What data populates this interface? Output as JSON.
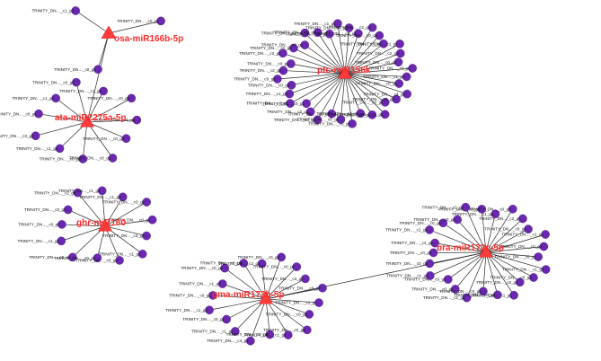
{
  "network": {
    "hub_color": "#ff3b3b",
    "leaf_color": "#6a28b0",
    "edge_color": "#2b2b2b",
    "hubs": [
      {
        "id": "osa",
        "label": "osa-miR166b-5p"
      },
      {
        "id": "ata",
        "label": "ata-miR2275a-5p"
      },
      {
        "id": "ptc",
        "label": "ptc-miR156k"
      },
      {
        "id": "ghr",
        "label": "ghr-miR160"
      },
      {
        "id": "bra",
        "label": "bra-miR172c-5p"
      },
      {
        "id": "gma",
        "label": "gma-miR172h-5p"
      }
    ],
    "leaves": [
      {
        "hub": "osa",
        "label": "TRINITY_DN…_c1_g1"
      },
      {
        "hub": "osa",
        "label": "TRINITY_DN…_c0_g1"
      },
      {
        "hub": "osa",
        "label": "TRINITY_DN…_c0_g1"
      },
      {
        "hub": "ata",
        "label": "TRINITY_DN…_c1_g1"
      },
      {
        "hub": "ata",
        "label": "TRINITY_DN…_c0_g1"
      },
      {
        "hub": "ata",
        "label": "TRINITY_DN…_c1_g1"
      },
      {
        "hub": "ata",
        "label": "TRINITY_DN…_c0_g2"
      },
      {
        "hub": "ata",
        "label": "TRINITY_DN…_c0_g1"
      },
      {
        "hub": "ata",
        "label": "TRINITY_DN…_c0_g1"
      },
      {
        "hub": "ata",
        "label": "TRINITY_DN…_c1_g1"
      },
      {
        "hub": "ata",
        "label": "TRINITY_DN…_c3_g1"
      },
      {
        "hub": "ata",
        "label": "TRINITY_DN…_c0_g1"
      },
      {
        "hub": "ata",
        "label": "TRINITY_DN…_c1_g1"
      },
      {
        "hub": "ata",
        "label": "TRINITY_DN…_c0_g2"
      },
      {
        "hub": "ptc",
        "label": "TRINITY_DN…_c0_g1"
      },
      {
        "hub": "ptc",
        "label": "TRINITY_DN…_c2_g1"
      },
      {
        "hub": "ptc",
        "label": "TRINITY_DN…_c0_g1"
      },
      {
        "hub": "ptc",
        "label": "TRINITY_DN…_c3_g1"
      },
      {
        "hub": "ptc",
        "label": "TRINITY_DN…_c1_g1"
      },
      {
        "hub": "ptc",
        "label": "TRINITY_DN…_c0_g4"
      },
      {
        "hub": "ptc",
        "label": "TRINITY_DN…_c0_g1"
      },
      {
        "hub": "ptc",
        "label": "TRINITY_DN…_c1_g1"
      },
      {
        "hub": "ptc",
        "label": "TRINITY_DN…_c4_g3"
      },
      {
        "hub": "ptc",
        "label": "TRINITY_DN…_c0_g1"
      },
      {
        "hub": "ptc",
        "label": "TRINITY_DN…_c2_g1"
      },
      {
        "hub": "ptc",
        "label": "TRINITY_DN…_c0_g1"
      },
      {
        "hub": "ptc",
        "label": "TRINITY_DN…_c0_g1"
      },
      {
        "hub": "ptc",
        "label": "TRINITY_DN…_c1_g1"
      },
      {
        "hub": "ptc",
        "label": "TRINITY_DN…_c2_g4"
      },
      {
        "hub": "ptc",
        "label": "TRINITY_DN…_c0_g1"
      },
      {
        "hub": "ptc",
        "label": "TRINITY_DN…_c0_g1"
      },
      {
        "hub": "ptc",
        "label": "TRINITY_DN…_c1_g1"
      },
      {
        "hub": "ptc",
        "label": "TRINITY_DN…_c0_g1"
      },
      {
        "hub": "ptc",
        "label": "TRINITY_DN…_c4_g1"
      },
      {
        "hub": "ptc",
        "label": "TRINITY_DN…_c0_g1"
      },
      {
        "hub": "ptc",
        "label": "TRINITY_DN…_c0_g1"
      },
      {
        "hub": "ptc",
        "label": "TRINITY_DN…_c1_g1"
      },
      {
        "hub": "ptc",
        "label": "TRINITY_DN…_c0_g2"
      },
      {
        "hub": "ptc",
        "label": "TRINITY_DN…_c2_g1"
      },
      {
        "hub": "ptc",
        "label": "TRINITY_DN…_c0_g1"
      },
      {
        "hub": "ptc",
        "label": "TRINITY_DN…_c0_g1"
      },
      {
        "hub": "ptc",
        "label": "TRINITY_DN…_c1_g2"
      },
      {
        "hub": "ptc",
        "label": "TRINITY_DN…_c0_g1"
      },
      {
        "hub": "ptc",
        "label": "TRINITY_DN…_c2_g1"
      },
      {
        "hub": "ptc",
        "label": "TRINITY_DN…_c0_g1"
      },
      {
        "hub": "ptc",
        "label": "TRINITY_DN…_c0_g1"
      },
      {
        "hub": "ptc",
        "label": "TRINITY_DN…_c1_g1"
      },
      {
        "hub": "ptc",
        "label": "TRINITY_DN…_c0_g4"
      },
      {
        "hub": "ptc",
        "label": "TRINITY_DN…_c0_g1"
      },
      {
        "hub": "ptc",
        "label": "TRINITY_DN…_c2_g1"
      },
      {
        "hub": "ghr",
        "label": "TRINITY_DN…_c0_g1"
      },
      {
        "hub": "ghr",
        "label": "TRINITY_DN…_c2_g4"
      },
      {
        "hub": "ghr",
        "label": "TRINITY_DN…_c1_g3"
      },
      {
        "hub": "ghr",
        "label": "TRINITY_DN…_c1_g3"
      },
      {
        "hub": "ghr",
        "label": "TRINITY_DN…_c0_g1"
      },
      {
        "hub": "ghr",
        "label": "TRINITY_DN…_c0_g1"
      },
      {
        "hub": "ghr",
        "label": "TRINITY_DN…_c0_g2"
      },
      {
        "hub": "ghr",
        "label": "TRINITY_DN…_c1_g1"
      },
      {
        "hub": "ghr",
        "label": "TRINITY_DN…_c0_g1"
      },
      {
        "hub": "ghr",
        "label": "TRINITY_DN…_c0_g1"
      },
      {
        "hub": "ghr",
        "label": "TRINITY_DN…_c0_g1"
      },
      {
        "hub": "ghr",
        "label": "TRINITY_DN…_c1_g1"
      },
      {
        "hub": "ghr",
        "label": "TRINITY_DN…_c0_g1"
      },
      {
        "hub": "gma",
        "label": "TRINITY_DN…_c1_g3"
      },
      {
        "hub": "gma",
        "label": "TRINITY_DN…_c0_g1"
      },
      {
        "hub": "gma",
        "label": "TRINITY_DN…_c0_g4"
      },
      {
        "hub": "gma",
        "label": "TRINITY_DN…_c2_g1"
      },
      {
        "hub": "gma",
        "label": "TRINITY_DN…_c0_g1"
      },
      {
        "hub": "gma",
        "label": "TRINITY_DN…_c0_g1"
      },
      {
        "hub": "gma",
        "label": "TRINITY_DN…_c3_g1"
      },
      {
        "hub": "gma",
        "label": "TRINITY_DN…_c3_g7"
      },
      {
        "hub": "gma",
        "label": "TRINITY_DN…_c1_g1"
      },
      {
        "hub": "gma",
        "label": "TRINITY_DN…_c0_g1"
      },
      {
        "hub": "gma",
        "label": "TRINITY_DN…_c0_g1"
      },
      {
        "hub": "gma",
        "label": "TRINITY_DN…_c1_g1"
      },
      {
        "hub": "gma",
        "label": "TRINITY_DN…_c0_g2"
      },
      {
        "hub": "gma",
        "label": "TRINITY_DN…_c4_g1"
      },
      {
        "hub": "gma",
        "label": "TRINITY_DN…_c1_g1"
      },
      {
        "hub": "gma",
        "label": "TRINITY_DN…_c0_g1"
      },
      {
        "hub": "gma",
        "label": "TRINITY_DN…_c1_g1"
      },
      {
        "hub": "gma",
        "label": "TRINITY_DN…_c0_g1"
      },
      {
        "hub": "bra",
        "label": "TRINITY_DN…_c4_g1"
      },
      {
        "hub": "bra",
        "label": "TRINITY_DN…_c1_g1"
      },
      {
        "hub": "bra",
        "label": "TRINITY_DN…_c0_g1"
      },
      {
        "hub": "bra",
        "label": "TRINITY_DN…_c0_g1"
      },
      {
        "hub": "bra",
        "label": "TRINITY_DN…_c2_g1"
      },
      {
        "hub": "bra",
        "label": "TRINITY_DN…_c0_g1"
      },
      {
        "hub": "bra",
        "label": "TRINITY_DN…_c1_g1"
      },
      {
        "hub": "bra",
        "label": "TRINITY_DN…_c0_g1"
      },
      {
        "hub": "bra",
        "label": "TRINITY_DN…_c2_g1"
      },
      {
        "hub": "bra",
        "label": "TRINITY_DN…_c0_g1"
      },
      {
        "hub": "bra",
        "label": "TRINITY_DN…_c1_g1"
      },
      {
        "hub": "bra",
        "label": "TRINITY_DN…_c0_g1"
      },
      {
        "hub": "bra",
        "label": "TRINITY_DN…_c0_g1"
      },
      {
        "hub": "bra",
        "label": "TRINITY_DN…_c1_g1"
      },
      {
        "hub": "bra",
        "label": "TRINITY_DN…_c0_g3"
      },
      {
        "hub": "bra",
        "label": "TRINITY_DN…_c0_g1"
      },
      {
        "hub": "bra",
        "label": "TRINITY_DN…_c1_g1"
      },
      {
        "hub": "bra",
        "label": "TRINITY_DN…_c0_g1"
      },
      {
        "hub": "bra",
        "label": "TRINITY_DN…_c0_g1"
      },
      {
        "hub": "bra",
        "label": "TRINITY_DN…_c2_g1"
      },
      {
        "hub": "bra",
        "label": "TRINITY_DN…_c0_g1"
      },
      {
        "hub": "bra",
        "label": "TRINITY_DN…_c0_g1"
      },
      {
        "hub": "bra",
        "label": "TRINITY_DN…_c1_g1"
      },
      {
        "hub": "bra",
        "label": "TRINITY_DN…_c0_g1"
      },
      {
        "hub": "bra",
        "label": "TRINITY_DN…_c0_g1"
      }
    ],
    "links": [
      {
        "from": "ata",
        "to": "osa"
      },
      {
        "from": "bra",
        "to": "gma"
      }
    ]
  }
}
